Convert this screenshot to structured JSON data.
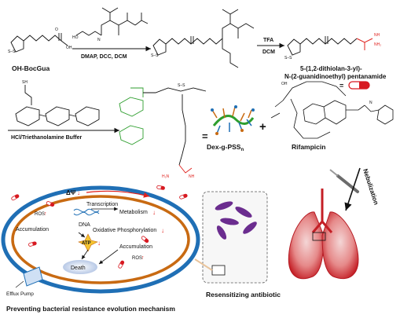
{
  "scheme": {
    "start_compound": "OH-BocGua",
    "reagents_step1": "DMAP, DCC, DCM",
    "reagents_step2_top": "TFA",
    "reagents_step2_bottom": "DCM",
    "product_line1": "5-(1,2-dithiolan-3-yl)-",
    "product_line2": "N-(2-guanidinoethyl) pentanamide",
    "buffer_conditions": "HCl/Triethanolamine Buffer",
    "polymer_name": "Dex-g-PSS",
    "polymer_subscript": "n",
    "equals_sign": "=",
    "plus_sign": "+",
    "drug_name": "Rifampicin",
    "colors": {
      "guanidine": "#e0201c",
      "dextran_green": "#2e9e2e",
      "capsule_red": "#d71920"
    }
  },
  "bacterium": {
    "labels": {
      "transcription": "Transcription",
      "metabolism": "Metabolism",
      "dna": "DNA",
      "oxphos": "Oxidative Phosphorylation",
      "accumulation_left": "Accumulation",
      "accumulation_right": "Accumulation",
      "atp": "ATP",
      "death": "Death",
      "ros_left": "ROS",
      "ros_right": "ROS",
      "delta_psi": "ΔΨ",
      "efflux_pump": "Efflux Pump"
    },
    "caption": "Preventing bacterial resistance evolution mechanism",
    "colors": {
      "outer_membrane": "#1f6fb5",
      "inner_membrane": "#c86a12",
      "arrow_red": "#e0201c"
    }
  },
  "lung": {
    "route_label": "Nebulization",
    "caption": "Resensitizing antibiotic",
    "colors": {
      "lung_red": "#d0282f",
      "bacteria_purple": "#6b2d8f"
    }
  }
}
